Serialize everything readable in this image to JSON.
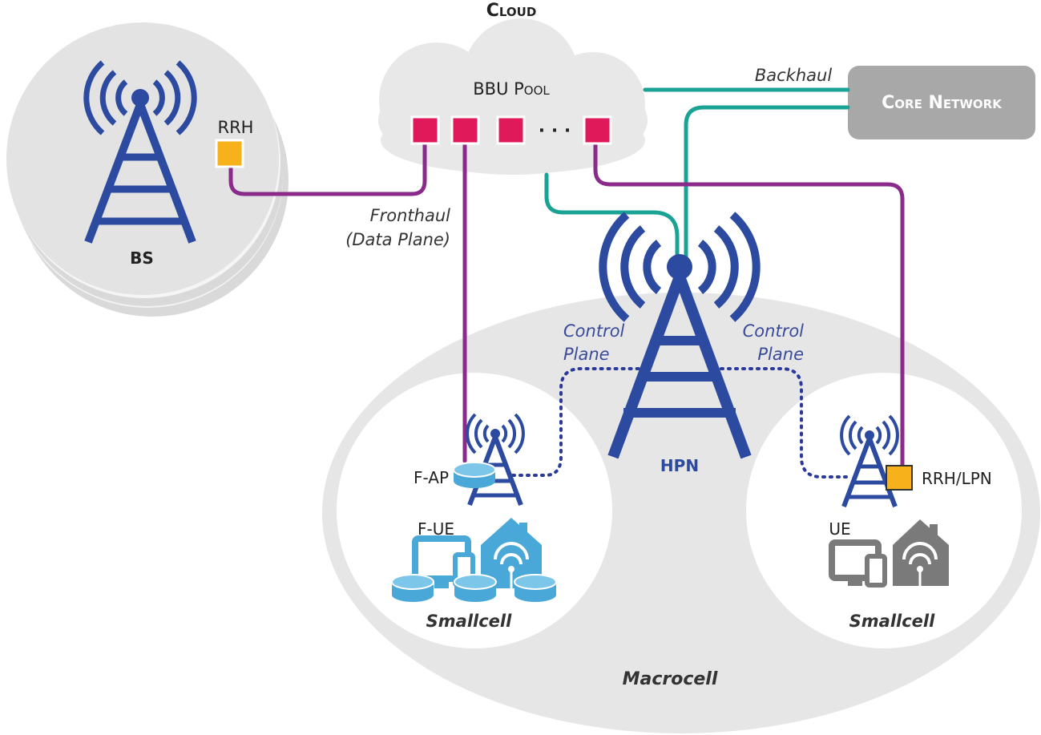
{
  "labels": {
    "cloud": "Cloud",
    "bbu_pool": "BBU Pool",
    "core_network": "Core Network",
    "backhaul": "Backhaul",
    "rrh": "RRH",
    "bs": "BS",
    "fronthaul_line1": "Fronthaul",
    "fronthaul_line2": "(Data Plane)",
    "control_plane_left_line1": "Control",
    "control_plane_left_line2": "Plane",
    "control_plane_right_line1": "Control",
    "control_plane_right_line2": "Plane",
    "hpn": "HPN",
    "f_ap": "F-AP",
    "f_ue": "F-UE",
    "rrh_lpn": "RRH/LPN",
    "ue": "UE",
    "smallcell_left": "Smallcell",
    "smallcell_right": "Smallcell",
    "macrocell": "Macrocell",
    "bbu_dots": "· · ·"
  },
  "colors": {
    "cell_gray": "#e6e6e6",
    "cloud_gray": "#e8e8e8",
    "core_gray": "#a8a8a8",
    "tower_blue": "#2b4aa0",
    "fog_blue": "#4aa8d8",
    "fronthaul_purple": "#8a2a8a",
    "backhaul_teal": "#1aa394",
    "bbu_red": "#e0195a",
    "rrh_orange": "#f7b21b",
    "ue_gray": "#7a7a7a"
  }
}
